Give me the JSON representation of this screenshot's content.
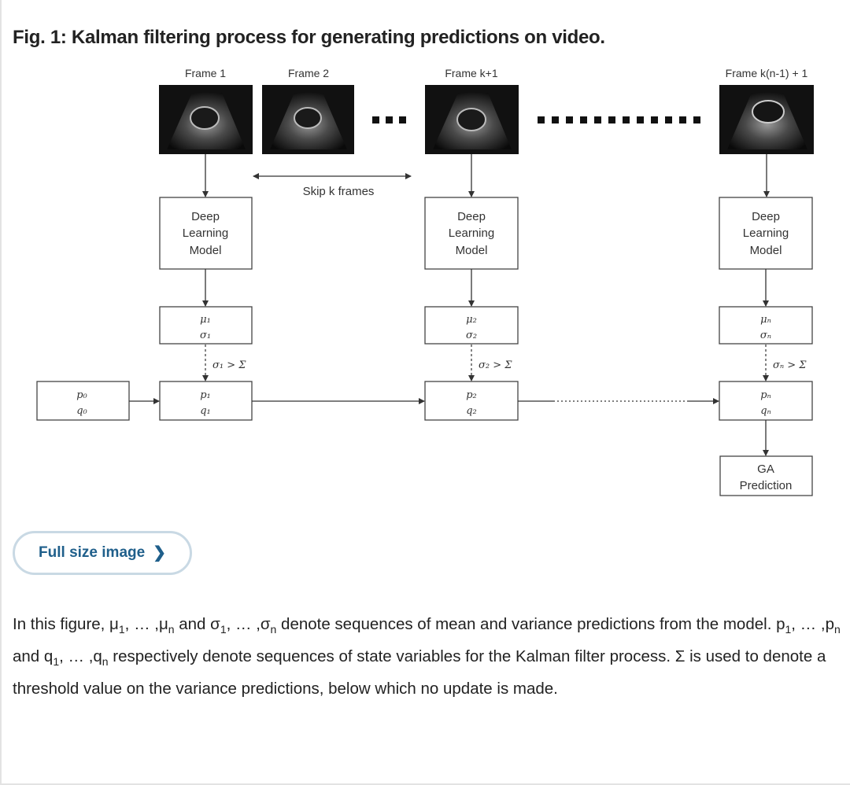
{
  "figure": {
    "title": "Fig. 1: Kalman filtering process for generating predictions on video.",
    "frame_labels": [
      "Frame 1",
      "Frame 2",
      "Frame k+1",
      "Frame k(n-1) + 1"
    ],
    "skip_label": "Skip k frames",
    "model_label": [
      "Deep",
      "Learning",
      "Model"
    ],
    "output_labels": [
      {
        "mu": "μ₁",
        "sigma": "σ₁"
      },
      {
        "mu": "μ₂",
        "sigma": "σ₂"
      },
      {
        "mu": "μₙ",
        "sigma": "σₙ"
      }
    ],
    "thresholds": [
      "σ₁ > Σ",
      "σ₂ > Σ",
      "σₙ > Σ"
    ],
    "init_state": {
      "p": "p₀",
      "q": "q₀"
    },
    "states": [
      {
        "p": "p₁",
        "q": "q₁"
      },
      {
        "p": "p₂",
        "q": "q₂"
      },
      {
        "p": "pₙ",
        "q": "qₙ"
      }
    ],
    "ga_prediction": [
      "GA",
      "Prediction"
    ]
  },
  "full_size_button": {
    "label": "Full size image",
    "icon": "chevron-right-icon"
  },
  "caption": {
    "t1": "In this figure, μ",
    "s1": "1",
    "t2": ", … ,μ",
    "s2": "n",
    "t3": " and σ",
    "s3": "1",
    "t4": ", … ,σ",
    "s4": "n",
    "t5": " denote sequences of mean and variance predictions from the model. p",
    "s5": "1",
    "t6": ", … ,p",
    "s6": "n",
    "t7": " and q",
    "s7": "1",
    "t8": ", … ,q",
    "s8": "n",
    "t9": " respectively denote sequences of state variables for the Kalman filter process. Σ is used to denote a threshold value on the variance predictions, below which no update is made."
  },
  "colors": {
    "accent": "#1f5f8b",
    "button_border": "#c9d9e4",
    "ink": "#222222"
  }
}
